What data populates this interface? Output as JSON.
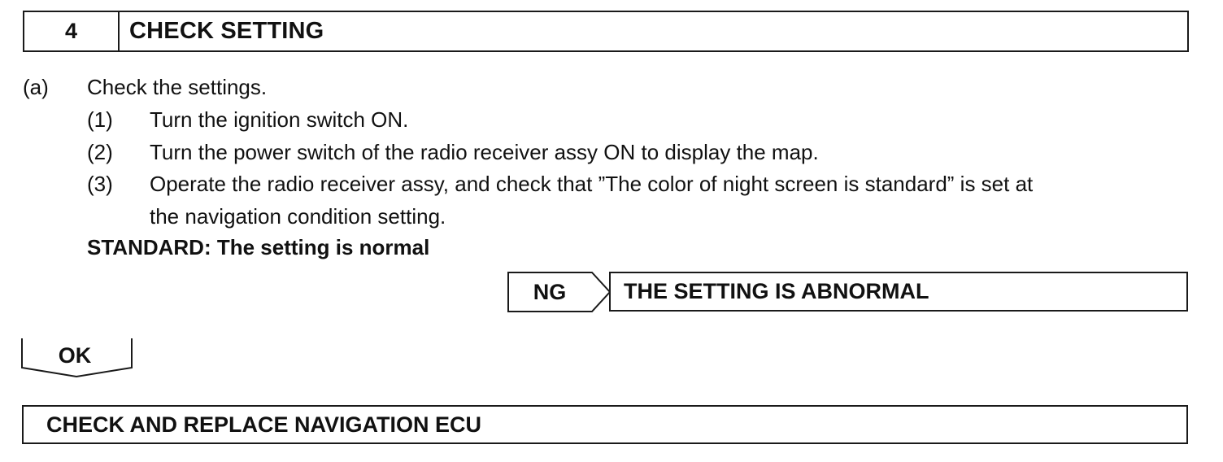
{
  "header": {
    "step_number": "4",
    "title": "CHECK SETTING"
  },
  "check": {
    "label": "(a)",
    "text": "Check the settings.",
    "steps": [
      {
        "label": "(1)",
        "lines": [
          "Turn the ignition switch ON."
        ]
      },
      {
        "label": "(2)",
        "lines": [
          "Turn the power switch of the radio receiver assy ON to display the map."
        ]
      },
      {
        "label": "(3)",
        "lines": [
          "Operate the radio receiver assy, and check that ”The color of night screen is standard” is set at",
          "the navigation condition setting."
        ]
      }
    ]
  },
  "standard": "STANDARD: The setting is normal",
  "ng_branch": {
    "label": "NG",
    "result": "THE SETTING IS ABNORMAL"
  },
  "ok_branch": {
    "label": "OK"
  },
  "final": {
    "text": "CHECK AND REPLACE NAVIGATION ECU"
  }
}
